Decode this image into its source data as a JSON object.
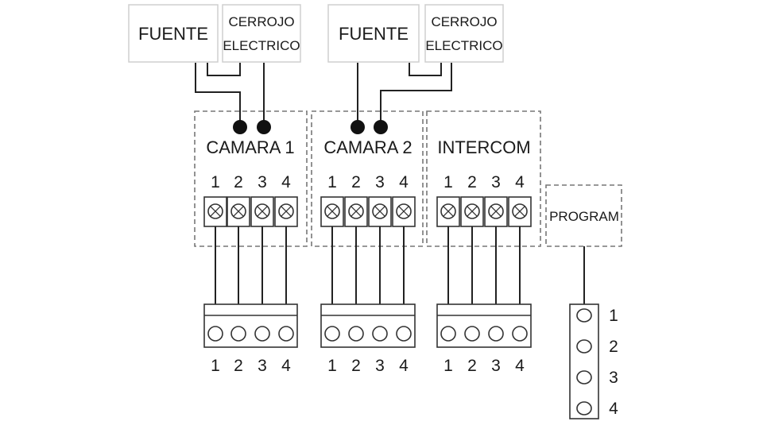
{
  "diagram": {
    "type": "wiring-diagram",
    "top_devices": [
      {
        "id": "fuente-1",
        "label": "FUENTE"
      },
      {
        "id": "cerrojo-1",
        "label_line1": "CERROJO",
        "label_line2": "ELECTRICO"
      },
      {
        "id": "fuente-2",
        "label": "FUENTE"
      },
      {
        "id": "cerrojo-2",
        "label_line1": "CERROJO",
        "label_line2": "ELECTRICO"
      }
    ],
    "modules": [
      {
        "id": "camara-1",
        "label": "CAMARA 1",
        "terminals": [
          "1",
          "2",
          "3",
          "4"
        ]
      },
      {
        "id": "camara-2",
        "label": "CAMARA 2",
        "terminals": [
          "1",
          "2",
          "3",
          "4"
        ]
      },
      {
        "id": "intercom",
        "label": "INTERCOM",
        "terminals": [
          "1",
          "2",
          "3",
          "4"
        ]
      }
    ],
    "program": {
      "label": "PROGRAM"
    },
    "connectors": [
      {
        "id": "conn-1",
        "pins": [
          "1",
          "2",
          "3",
          "4"
        ]
      },
      {
        "id": "conn-2",
        "pins": [
          "1",
          "2",
          "3",
          "4"
        ]
      },
      {
        "id": "conn-3",
        "pins": [
          "1",
          "2",
          "3",
          "4"
        ]
      }
    ],
    "program_connector": {
      "pins": [
        "1",
        "2",
        "3",
        "4"
      ]
    }
  }
}
